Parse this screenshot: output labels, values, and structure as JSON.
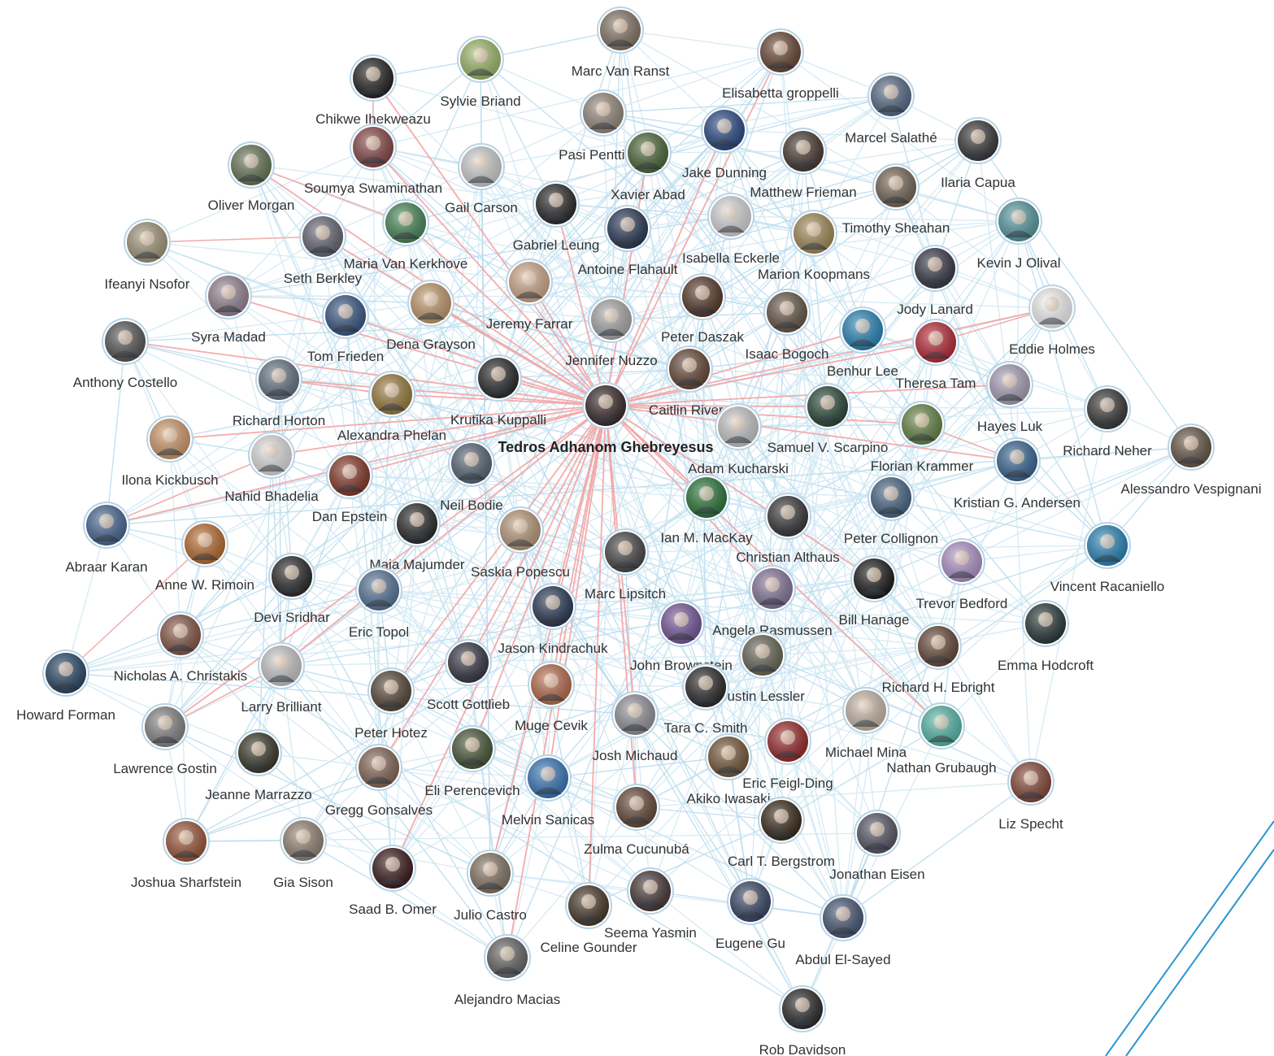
{
  "colors": {
    "edge": "#cfe7f3",
    "edge_strong": "#b5d9ec",
    "highlight_edge": "#f4a3a3",
    "node_ring": "#b9d4e6",
    "label": "#333333",
    "decor_lines": "#2b95cf"
  },
  "graph": {
    "center": "Tedros Adhanom Ghebreyesus",
    "nodes": [
      {
        "id": "marc-van-ranst",
        "label": "Marc Van Ranst",
        "color": "#8a7a6a"
      },
      {
        "id": "elisabetta-groppelli",
        "label": "Elisabetta groppelli",
        "color": "#6e4a36"
      },
      {
        "id": "sylvie-briand",
        "label": "Sylvie Briand",
        "color": "#a6c070"
      },
      {
        "id": "chikwe-ihekweazu",
        "label": "Chikwe Ihekweazu",
        "color": "#222222"
      },
      {
        "id": "marcel-salathe",
        "label": "Marcel Salathé",
        "color": "#5a6e8c"
      },
      {
        "id": "pasi-penttinen",
        "label": "Pasi Penttinen",
        "color": "#9c8f82"
      },
      {
        "id": "ilaria-capua",
        "label": "Ilaria Capua",
        "color": "#3a3a3a"
      },
      {
        "id": "jake-dunning",
        "label": "Jake Dunning",
        "color": "#2b4c8a"
      },
      {
        "id": "xavier-abad",
        "label": "Xavier Abad",
        "color": "#4d6b3a"
      },
      {
        "id": "matthew-frieman",
        "label": "Matthew Frieman",
        "color": "#4a3a32"
      },
      {
        "id": "oliver-morgan",
        "label": "Oliver Morgan",
        "color": "#6b7a5a"
      },
      {
        "id": "soumya-swaminathan",
        "label": "Soumya Swaminathan",
        "color": "#8c4a4a"
      },
      {
        "id": "gail-carson",
        "label": "Gail Carson",
        "color": "#d8d8d8"
      },
      {
        "id": "gabriel-leung",
        "label": "Gabriel Leung",
        "color": "#2a2a2a"
      },
      {
        "id": "timothy-sheahan",
        "label": "Timothy Sheahan",
        "color": "#7a6a5a"
      },
      {
        "id": "ifeanyi-nsofor",
        "label": "Ifeanyi Nsofor",
        "color": "#a89c80"
      },
      {
        "id": "maria-van-kerkhove",
        "label": "Maria Van Kerkhove",
        "color": "#4a8c5a"
      },
      {
        "id": "seth-berkley",
        "label": "Seth Berkley",
        "color": "#6a6a7a"
      },
      {
        "id": "antoine-flahault",
        "label": "Antoine Flahault",
        "color": "#2a3a5a"
      },
      {
        "id": "isabella-eckerle",
        "label": "Isabella Eckerle",
        "color": "#e0e0e0"
      },
      {
        "id": "kevin-j-olival",
        "label": "Kevin J Olival",
        "color": "#5aa0a8"
      },
      {
        "id": "marion-koopmans",
        "label": "Marion Koopmans",
        "color": "#a8905a"
      },
      {
        "id": "jody-lanard",
        "label": "Jody Lanard",
        "color": "#3a3a4a"
      },
      {
        "id": "syra-madad",
        "label": "Syra Madad",
        "color": "#9a8a9a"
      },
      {
        "id": "jeremy-farrar",
        "label": "Jeremy Farrar",
        "color": "#d8b090"
      },
      {
        "id": "eddie-holmes",
        "label": "Eddie Holmes",
        "color": "#ffffff"
      },
      {
        "id": "anthony-costello",
        "label": "Anthony Costello",
        "color": "#5a5a5a"
      },
      {
        "id": "tom-frieden",
        "label": "Tom Frieden",
        "color": "#3a5a8a"
      },
      {
        "id": "dena-grayson",
        "label": "Dena Grayson",
        "color": "#c8a070"
      },
      {
        "id": "jennifer-nuzzo",
        "label": "Jennifer Nuzzo",
        "color": "#b0b0b0"
      },
      {
        "id": "peter-daszak",
        "label": "Peter Daszak",
        "color": "#5a3a2a"
      },
      {
        "id": "isaac-bogoch",
        "label": "Isaac Bogoch",
        "color": "#6a5a4a"
      },
      {
        "id": "benhur-lee",
        "label": "Benhur Lee",
        "color": "#2a8ac0"
      },
      {
        "id": "theresa-tam",
        "label": "Theresa Tam",
        "color": "#c02a3a"
      },
      {
        "id": "richard-horton",
        "label": "Richard Horton",
        "color": "#6a7a8a"
      },
      {
        "id": "alexandra-phelan",
        "label": "Alexandra Phelan",
        "color": "#a08040"
      },
      {
        "id": "krutika-kuppalli",
        "label": "Krutika Kuppalli",
        "color": "#2a2a2a"
      },
      {
        "id": "tedros",
        "label": "Tedros Adhanom Ghebreyesus",
        "color": "#3a2a2a"
      },
      {
        "id": "caitlin-rivers",
        "label": "Caitlin Rivers",
        "color": "#6a4a3a"
      },
      {
        "id": "hayes-luk",
        "label": "Hayes Luk",
        "color": "#b0a8c0"
      },
      {
        "id": "ilona-kickbusch",
        "label": "Ilona Kickbusch",
        "color": "#d8a070"
      },
      {
        "id": "samuel-v-scarpino",
        "label": "Samuel V. Scarpino",
        "color": "#2a4a3a"
      },
      {
        "id": "richard-neher",
        "label": "Richard Neher",
        "color": "#3a3a3a"
      },
      {
        "id": "alessandro-vespignani",
        "label": "Alessandro Vespignani",
        "color": "#6a5a4a"
      },
      {
        "id": "nahid-bhadelia",
        "label": "Nahid Bhadelia",
        "color": "#e8e8e8"
      },
      {
        "id": "adam-kucharski",
        "label": "Adam Kucharski",
        "color": "#d0d0d0"
      },
      {
        "id": "florian-krammer",
        "label": "Florian Krammer",
        "color": "#6a8a4a"
      },
      {
        "id": "dan-epstein",
        "label": "Dan Epstein",
        "color": "#8a3a2a"
      },
      {
        "id": "neil-bodie",
        "label": "Neil Bodie",
        "color": "#5a6a7a"
      },
      {
        "id": "kristian-g-andersen",
        "label": "Kristian G. Andersen",
        "color": "#3a6a9a"
      },
      {
        "id": "abraar-karan",
        "label": "Abraar Karan",
        "color": "#4a6a9a"
      },
      {
        "id": "ian-m-mackay",
        "label": "Ian M. MacKay",
        "color": "#2a7a3a"
      },
      {
        "id": "peter-collignon",
        "label": "Peter Collignon",
        "color": "#4a6a8a"
      },
      {
        "id": "christian-althaus",
        "label": "Christian Althaus",
        "color": "#3a3a3a"
      },
      {
        "id": "maia-majumder",
        "label": "Maia Majumder",
        "color": "#2a2a2a"
      },
      {
        "id": "saskia-popescu",
        "label": "Saskia Popescu",
        "color": "#c0a080"
      },
      {
        "id": "vincent-racaniello",
        "label": "Vincent Racaniello",
        "color": "#2a8ac0"
      },
      {
        "id": "anne-w-rimoin",
        "label": "Anne W. Rimoin",
        "color": "#c07030"
      },
      {
        "id": "devi-sridhar",
        "label": "Devi Sridhar",
        "color": "#2a2a2a"
      },
      {
        "id": "eric-topol",
        "label": "Eric Topol",
        "color": "#5a7aa0"
      },
      {
        "id": "marc-lipsitch",
        "label": "Marc Lipsitch",
        "color": "#4a4a4a"
      },
      {
        "id": "trevor-bedford",
        "label": "Trevor Bedford",
        "color": "#b89ad0"
      },
      {
        "id": "bill-hanage",
        "label": "Bill Hanage",
        "color": "#1a1a1a"
      },
      {
        "id": "angela-rasmussen",
        "label": "Angela Rasmussen",
        "color": "#8a7aa0"
      },
      {
        "id": "emma-hodcroft",
        "label": "Emma Hodcroft",
        "color": "#2a3a3a"
      },
      {
        "id": "nicholas-a-christakis",
        "label": "Nicholas A. Christakis",
        "color": "#8a5a4a"
      },
      {
        "id": "jason-kindrachuk",
        "label": "Jason Kindrachuk",
        "color": "#2a3a5a"
      },
      {
        "id": "john-brownstein",
        "label": "John Brownstein",
        "color": "#7a5aa0"
      },
      {
        "id": "howard-forman",
        "label": "Howard Forman",
        "color": "#2a4a6a"
      },
      {
        "id": "larry-brilliant",
        "label": "Larry Brilliant",
        "color": "#d0d0d0"
      },
      {
        "id": "justin-lessler",
        "label": "Justin Lessler",
        "color": "#6a6a5a"
      },
      {
        "id": "richard-h-ebright",
        "label": "Richard H. Ebright",
        "color": "#6a4a3a"
      },
      {
        "id": "scott-gottlieb",
        "label": "Scott Gottlieb",
        "color": "#3a3a4a"
      },
      {
        "id": "muge-cevik",
        "label": "Muge Cevik",
        "color": "#c07050"
      },
      {
        "id": "peter-hotez",
        "label": "Peter Hotez",
        "color": "#5a4a3a"
      },
      {
        "id": "tara-c-smith",
        "label": "Tara C. Smith",
        "color": "#2a2a2a"
      },
      {
        "id": "lawrence-gostin",
        "label": "Lawrence Gostin",
        "color": "#8a8a8a"
      },
      {
        "id": "michael-mina",
        "label": "Michael Mina",
        "color": "#d0c0b0"
      },
      {
        "id": "nathan-grubaugh",
        "label": "Nathan Grubaugh",
        "color": "#5ac0b0"
      },
      {
        "id": "josh-michaud",
        "label": "Josh Michaud",
        "color": "#9a9aa0"
      },
      {
        "id": "eric-feigl-ding",
        "label": "Eric Feigl-Ding",
        "color": "#a02a2a"
      },
      {
        "id": "jeanne-marrazzo",
        "label": "Jeanne Marrazzo",
        "color": "#3a3a2a"
      },
      {
        "id": "eli-perencevich",
        "label": "Eli Perencevich",
        "color": "#4a5a3a"
      },
      {
        "id": "akiko-iwasaki",
        "label": "Akiko Iwasaki",
        "color": "#7a5a3a"
      },
      {
        "id": "gregg-gonsalves",
        "label": "Gregg Gonsalves",
        "color": "#8a6a5a"
      },
      {
        "id": "melvin-sanicas",
        "label": "Melvin Sanicas",
        "color": "#3a7ac0"
      },
      {
        "id": "liz-specht",
        "label": "Liz Specht",
        "color": "#8a4a3a"
      },
      {
        "id": "carl-t-bergstrom",
        "label": "Carl T. Bergstrom",
        "color": "#3a2a1a"
      },
      {
        "id": "zulma-cucunuba",
        "label": "Zulma Cucunubá",
        "color": "#6a4a3a"
      },
      {
        "id": "jonathan-eisen",
        "label": "Jonathan Eisen",
        "color": "#5a5a6a"
      },
      {
        "id": "joshua-sharfstein",
        "label": "Joshua Sharfstein",
        "color": "#a05a3a"
      },
      {
        "id": "gia-sison",
        "label": "Gia Sison",
        "color": "#9a8a7a"
      },
      {
        "id": "saad-b-omer",
        "label": "Saad B. Omer",
        "color": "#3a1a1a"
      },
      {
        "id": "julio-castro",
        "label": "Julio Castro",
        "color": "#8a7a6a"
      },
      {
        "id": "seema-yasmin",
        "label": "Seema Yasmin",
        "color": "#4a3a3a"
      },
      {
        "id": "eugene-gu",
        "label": "Eugene Gu",
        "color": "#3a4a6a"
      },
      {
        "id": "celine-gounder",
        "label": "Celine Gounder",
        "color": "#4a3a2a"
      },
      {
        "id": "abdul-el-sayed",
        "label": "Abdul El-Sayed",
        "color": "#4a5a7a"
      },
      {
        "id": "alejandro-macias",
        "label": "Alejandro Macias",
        "color": "#6a6a6a"
      },
      {
        "id": "rob-davidson",
        "label": "Rob Davidson",
        "color": "#2a2a2a"
      }
    ]
  }
}
